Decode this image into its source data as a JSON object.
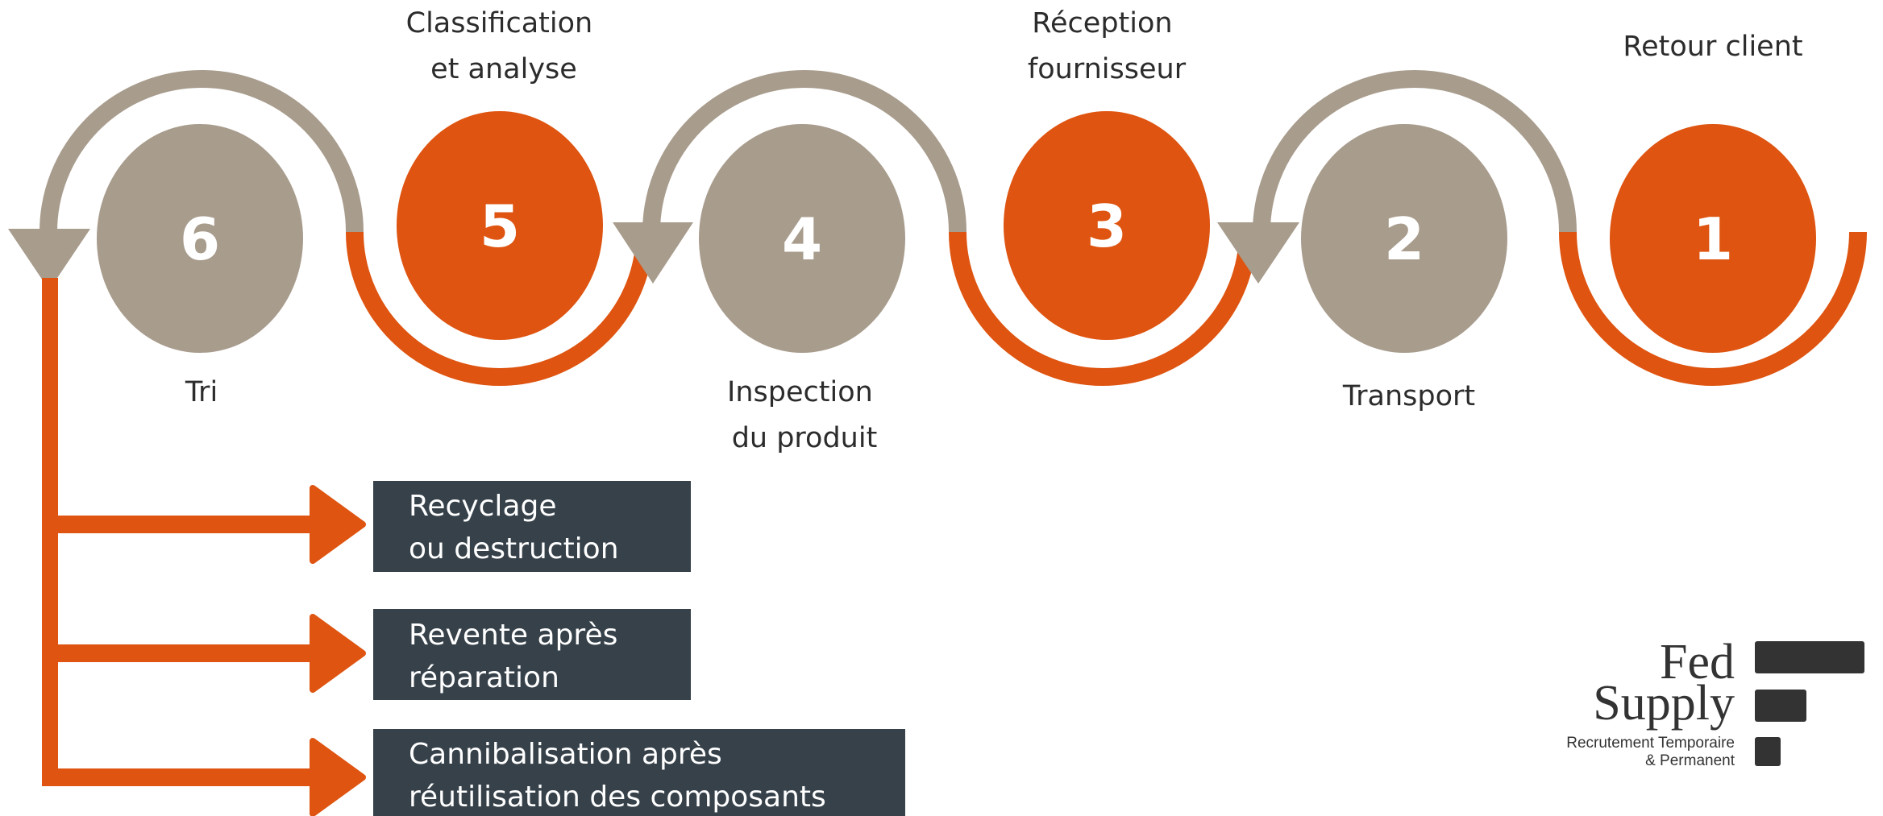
{
  "colors": {
    "orange": "#DE5410",
    "taupe": "#A89C8D",
    "box": "#36414A",
    "logo": "#333333"
  },
  "steps": [
    {
      "number": "1",
      "label": "Retour client",
      "color": "orange"
    },
    {
      "number": "2",
      "label": "Transport",
      "color": "taupe"
    },
    {
      "number": "3",
      "label": "Réception fournisseur",
      "color": "orange"
    },
    {
      "number": "4",
      "label": "Inspection du produit",
      "color": "taupe"
    },
    {
      "number": "5",
      "label": "Classification et analyse",
      "color": "orange"
    },
    {
      "number": "6",
      "label": "Tri",
      "color": "taupe"
    }
  ],
  "outcomes": [
    {
      "line1": "Recyclage",
      "line2": "ou destruction"
    },
    {
      "line1": "Revente après",
      "line2": "réparation"
    },
    {
      "line1": "Cannibalisation après",
      "line2": "réutilisation des composants"
    }
  ],
  "logo": {
    "line1": "Fed",
    "line2": "Supply",
    "tagline1": "Recrutement Temporaire",
    "tagline2": "& Permanent"
  }
}
